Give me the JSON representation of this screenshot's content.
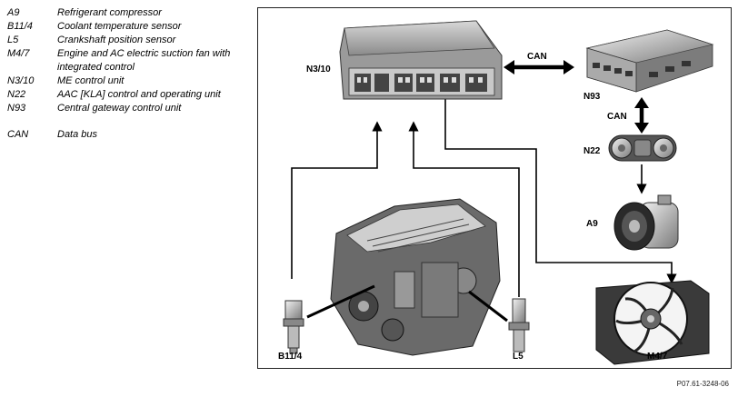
{
  "legend": [
    {
      "code": "A9",
      "desc": "Refrigerant compressor"
    },
    {
      "code": "B11/4",
      "desc": "Coolant temperature sensor"
    },
    {
      "code": "L5",
      "desc": "Crankshaft position sensor"
    },
    {
      "code": "M4/7",
      "desc": "Engine and AC electric suction fan with integrated control"
    },
    {
      "code": "N3/10",
      "desc": "ME control unit"
    },
    {
      "code": "N22",
      "desc": "AAC [KLA] control and operating unit"
    },
    {
      "code": "N93",
      "desc": "Central gateway control unit"
    },
    {
      "code": "CAN",
      "desc": "Data bus"
    }
  ],
  "diagram": {
    "labels": {
      "n3_10": "N3/10",
      "n93": "N93",
      "n22": "N22",
      "a9": "A9",
      "b11_4": "B11/4",
      "l5": "L5",
      "m4_7": "M4/7",
      "can_top": "CAN",
      "can_side": "CAN"
    }
  },
  "reference": "P07.61-3248-06"
}
